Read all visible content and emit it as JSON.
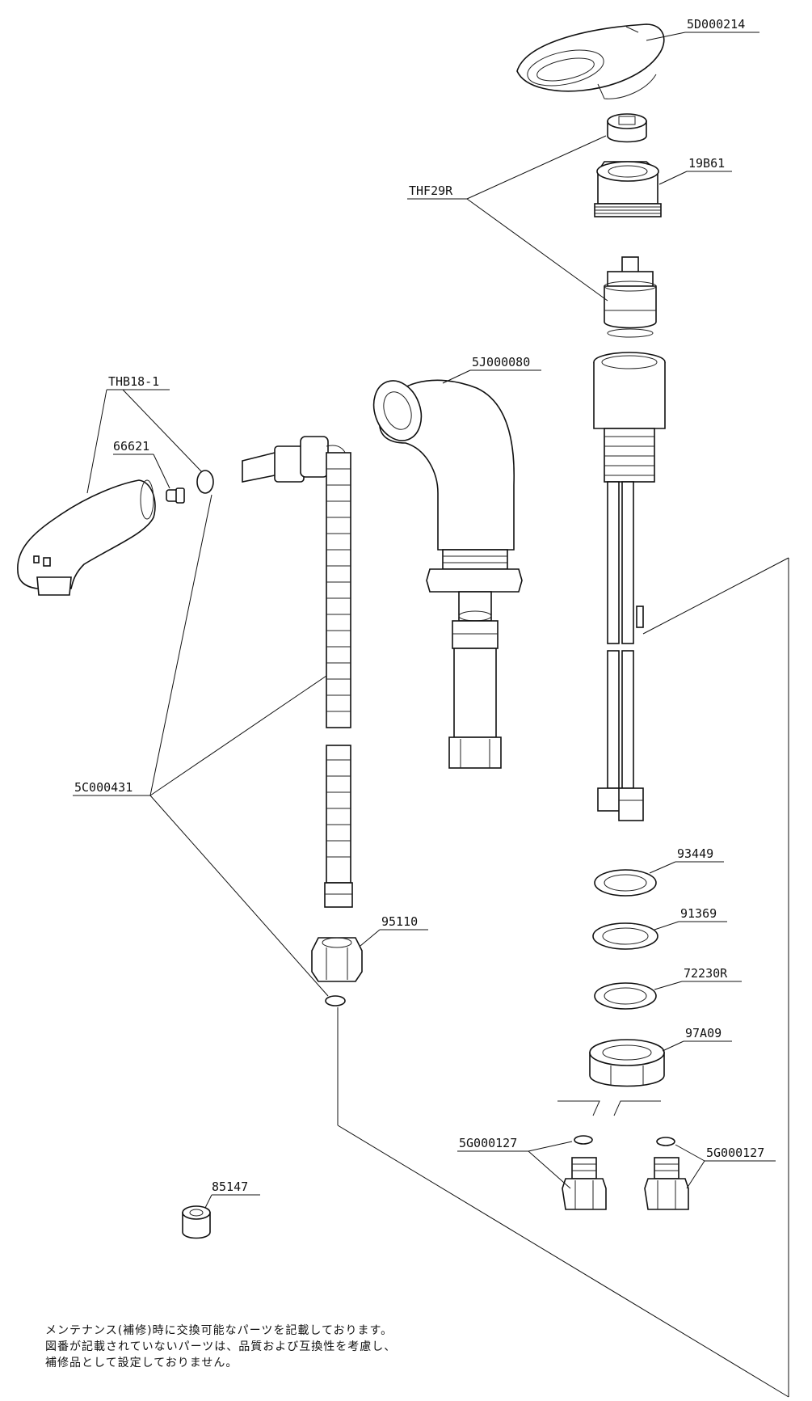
{
  "labels": {
    "lever_handle": "5D000214",
    "cap_nut": "19B61",
    "cartridge_set": "THF29R",
    "spout": "5J000080",
    "spout_set": "THB18-1",
    "aerator": "66621",
    "hose": "5C000431",
    "nut": "95110",
    "washer_1": "93449",
    "washer_2": "91369",
    "washer_3": "72230R",
    "fix_nut": "97A09",
    "adapter_left": "5G000127",
    "adapter_right": "5G000127",
    "weight": "85147"
  },
  "note": {
    "line1": "メンテナンス(補修)時に交換可能なパーツを記載しております。",
    "line2": "図番が記載されていないパーツは、品質および互換性を考慮し、",
    "line3": "補修品として設定しておりません。"
  }
}
